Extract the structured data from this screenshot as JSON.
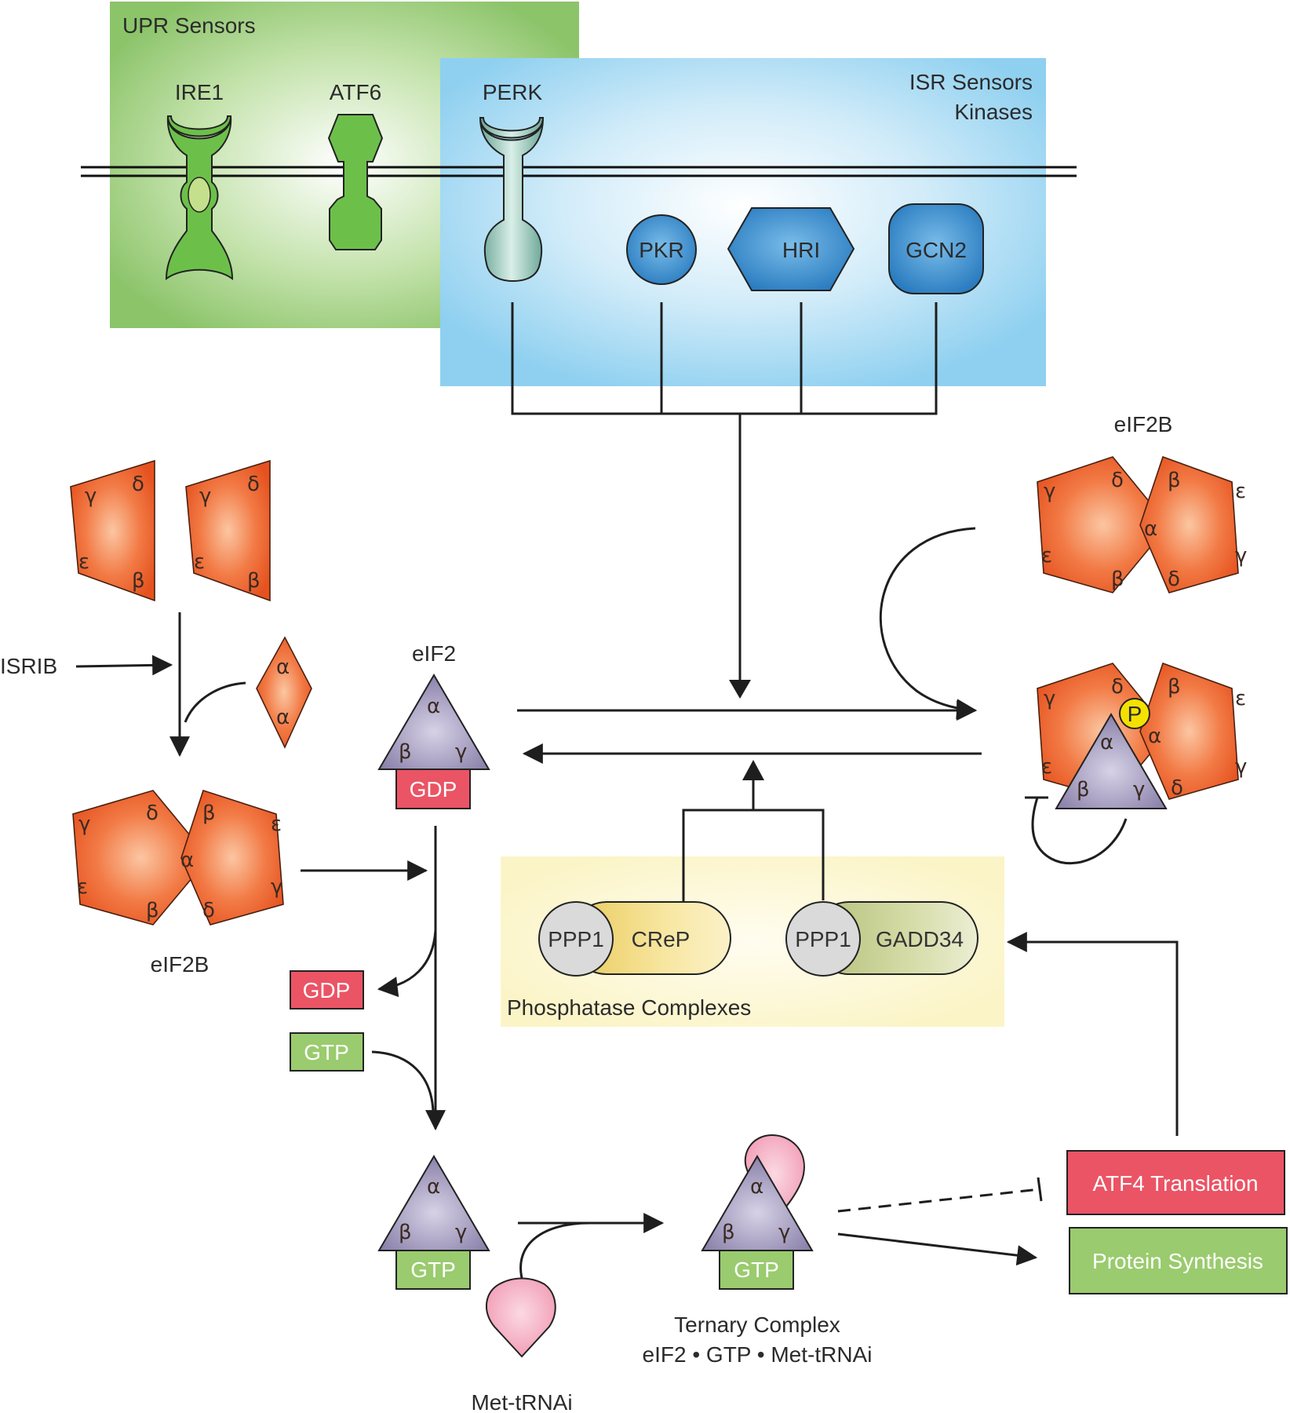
{
  "regions": {
    "upr": "UPR Sensors",
    "isr_line1": "ISR Sensors",
    "isr_line2": "Kinases",
    "phosphatase": "Phosphatase Complexes"
  },
  "sensors": {
    "ire1": "IRE1",
    "atf6": "ATF6",
    "perk": "PERK",
    "pkr": "PKR",
    "hri": "HRI",
    "gcn2": "GCN2"
  },
  "labels": {
    "isrib": "ISRIB",
    "eif2": "eIF2",
    "eif2b_left": "eIF2B",
    "eif2b_right": "eIF2B",
    "met_trna": "Met-tRNAi",
    "ternary_line1": "Ternary Complex",
    "ternary_line2": "eIF2 • GTP • Met-tRNAi",
    "phospho": "P"
  },
  "nucleotides": {
    "gdp": "GDP",
    "gtp": "GTP"
  },
  "phosphatases": {
    "ppp1": "PPP1",
    "crep": "CReP",
    "gadd34": "GADD34"
  },
  "outcomes": {
    "atf4": "ATF4 Translation",
    "protein": "Protein Synthesis"
  },
  "greek": {
    "alpha": "α",
    "beta": "β",
    "gamma": "γ",
    "delta": "δ",
    "epsilon": "ε"
  },
  "colors": {
    "upr_green": "#8cc46a",
    "isr_blue": "#9fd6f2",
    "kinase_blue": "#2f86c6",
    "eif2b_orange": "#ec5a2a",
    "eif2_purple": "#8c84ad",
    "gdp_red": "#ea5465",
    "gtp_green": "#9acb6e",
    "phosphatase_yellow": "#fbf6cf",
    "trna_pink": "#f4a7bc",
    "phospho_yellow": "#f5e100"
  }
}
